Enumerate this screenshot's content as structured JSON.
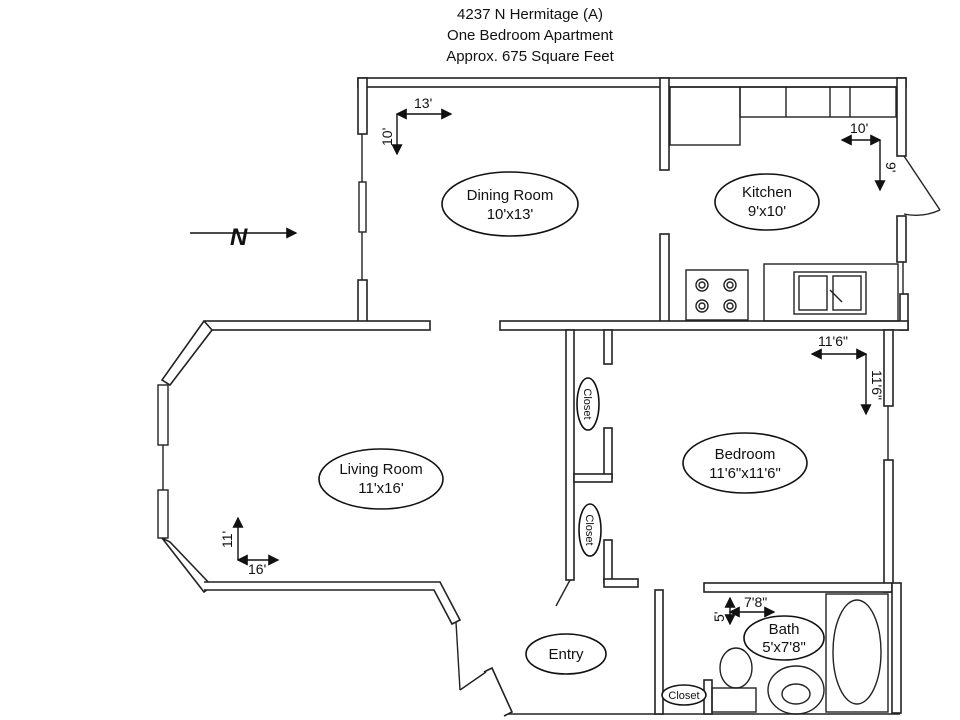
{
  "header": {
    "line1": "4237 N Hermitage (A)",
    "line2": "One Bedroom Apartment",
    "line3": "Approx. 675 Square Feet"
  },
  "compass": {
    "label": "N"
  },
  "rooms": {
    "dining": {
      "name": "Dining Room",
      "size": "10'x13'"
    },
    "kitchen": {
      "name": "Kitchen",
      "size": "9'x10'"
    },
    "living": {
      "name": "Living Room",
      "size": "11'x16'"
    },
    "bedroom": {
      "name": "Bedroom",
      "size": "11'6\"x11'6\""
    },
    "bath": {
      "name": "Bath",
      "size": "5'x7'8\""
    },
    "entry": {
      "name": "Entry"
    }
  },
  "closets": {
    "upper": "Closet",
    "lower": "Closet",
    "bath": "Closet"
  },
  "dimensions": {
    "dining_width": "13'",
    "dining_height": "10'",
    "kitchen_width": "10'",
    "kitchen_height": "9'",
    "bedroom_width": "11'6\"",
    "bedroom_height": "11'6\"",
    "living_width": "16'",
    "living_height": "11'",
    "bath_width": "7'8\"",
    "bath_height": "5'"
  }
}
